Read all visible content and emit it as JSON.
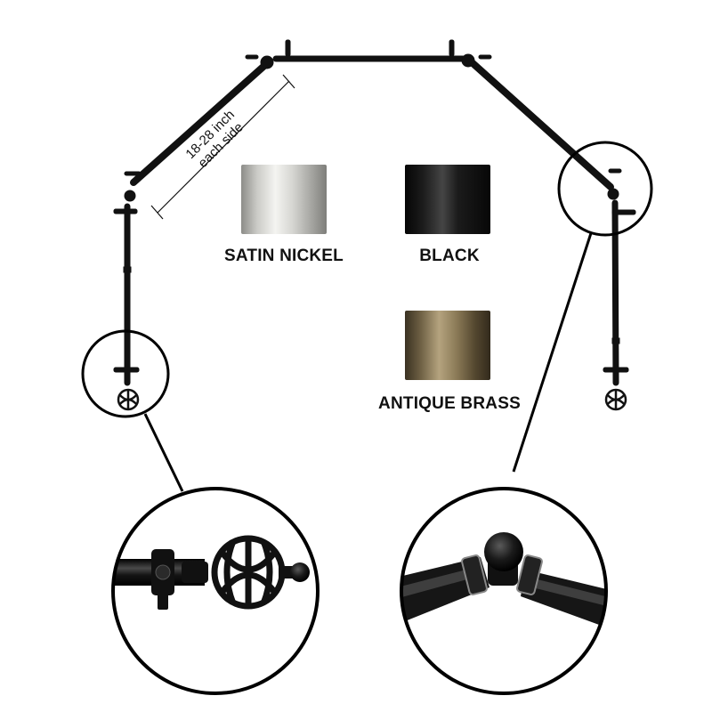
{
  "annotation": {
    "line1": "18-28 inch",
    "line2": "each side"
  },
  "finishes": [
    {
      "label": "SATIN NICKEL",
      "color": "#c9c9c5"
    },
    {
      "label": "BLACK",
      "color": "#1a1a1a"
    },
    {
      "label": "ANTIQUE BRASS",
      "color": "#8c7b58"
    }
  ],
  "colors": {
    "rod": "#111111",
    "outline": "#000000",
    "background": "#ffffff"
  }
}
